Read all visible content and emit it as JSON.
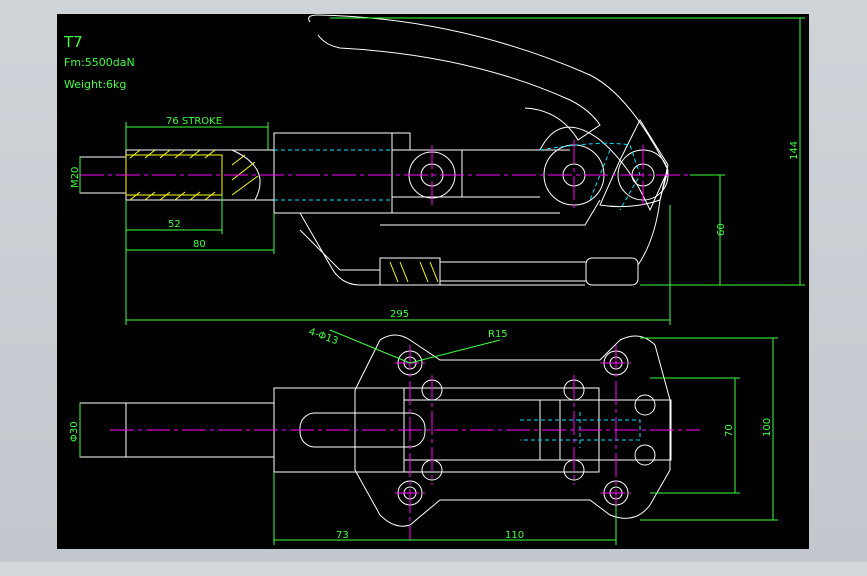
{
  "drawing": {
    "title": "T7",
    "force": "Fm:5500daN",
    "weight": "Weight:6kg"
  },
  "dimensions": {
    "stroke": "76 STROKE",
    "thread": "M20",
    "d52": "52",
    "d80": "80",
    "d60": "60",
    "d144": "144",
    "d295": "295",
    "holes": "4-Φ13",
    "radius": "R15",
    "dia30": "Φ30",
    "d70": "70",
    "d100": "100",
    "d73": "73",
    "d110": "110"
  },
  "colors": {
    "geometry": "#ffffff",
    "dimension": "#3cff3c",
    "centerline": "#ff00ff",
    "hidden": "#00e5ff",
    "hatch": "#ffff00",
    "background": "#000000"
  }
}
